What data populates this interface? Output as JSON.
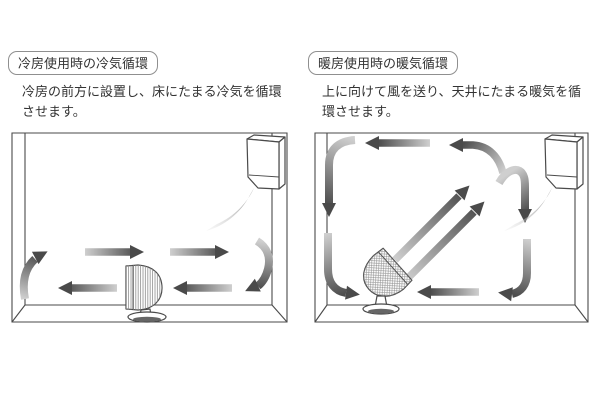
{
  "colors": {
    "outline": "#4a4a4a",
    "arrow_dark": "#4a4a4a",
    "arrow_light": "#c9c9c9",
    "text": "#333333",
    "title_border": "#8f8f8f"
  },
  "sections": [
    {
      "id": "cooling",
      "title": "冷房使用時の冷気循環",
      "description": "冷房の前方に設置し、床にたまる冷気を循環させます。"
    },
    {
      "id": "heating",
      "title": "暖房使用時の暖気循環",
      "description": "上に向けて風を送り、天井にたまる暖気を循環させます。"
    }
  ],
  "diagrams": {
    "cooling": {
      "devices": [
        "air-conditioner",
        "circulator-fan"
      ],
      "airflow": "horizontal loop: cool air pushed left along floor, up left wall, rightward at mid height, down right wall"
    },
    "heating": {
      "devices": [
        "air-conditioner",
        "circulator-fan-tilted-up"
      ],
      "airflow": "vertical loop: fan blows diagonally up toward ceiling, air spreads left along ceiling and down both walls back along floor"
    }
  }
}
